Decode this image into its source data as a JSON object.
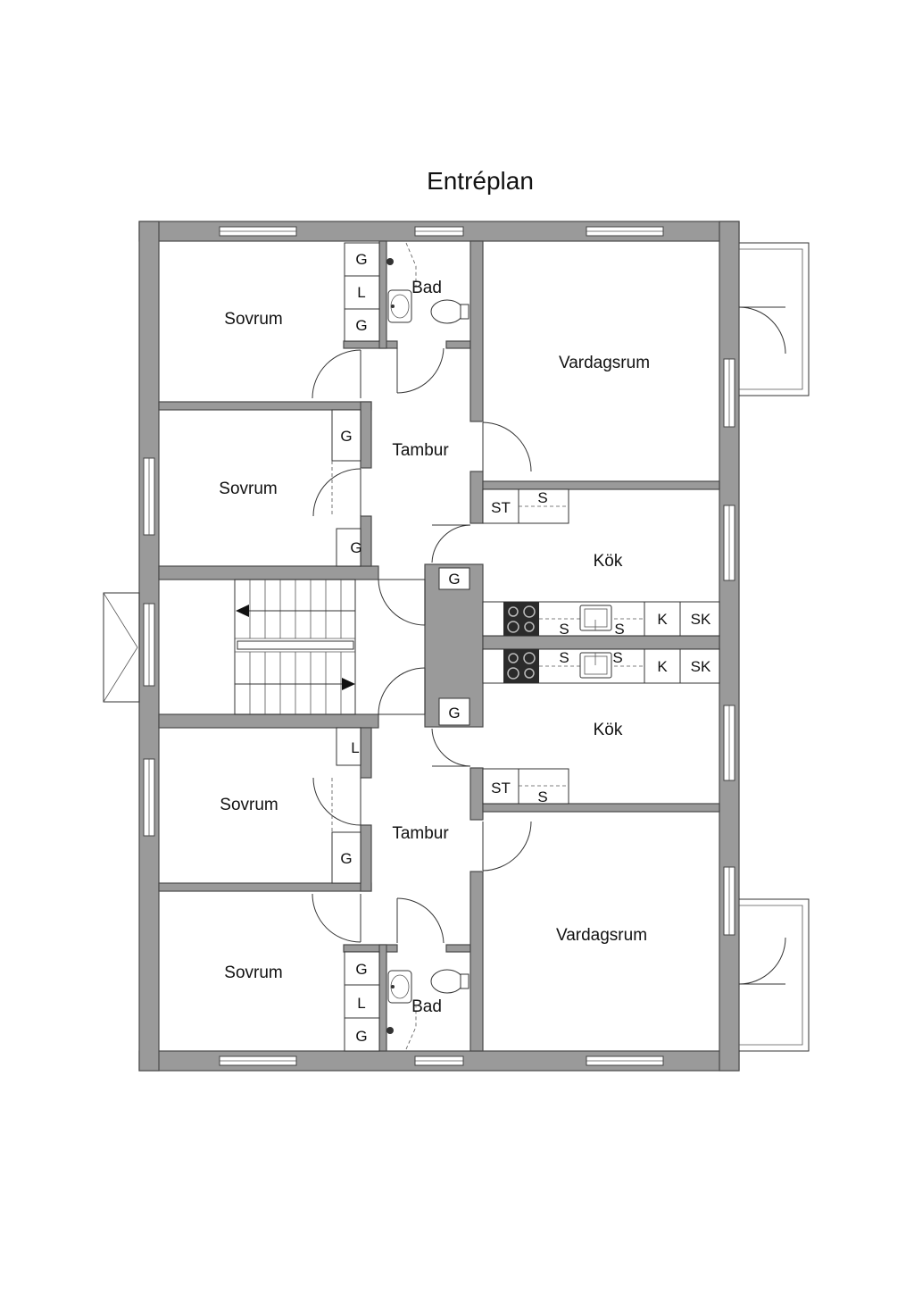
{
  "title": "Entréplan",
  "rooms": {
    "sovrum_1": "Sovrum",
    "sovrum_2": "Sovrum",
    "sovrum_3": "Sovrum",
    "sovrum_4": "Sovrum",
    "bad_top": "Bad",
    "bad_bottom": "Bad",
    "vardagsrum_top": "Vardagsrum",
    "vardagsrum_bottom": "Vardagsrum",
    "tambur_top": "Tambur",
    "tambur_bottom": "Tambur",
    "kok_top": "Kök",
    "kok_bottom": "Kök"
  },
  "fixtures": {
    "garderob": "G",
    "linneskap": "L",
    "stadskap": "ST",
    "skap": "S",
    "kyl": "K",
    "frys": "SK"
  },
  "colors": {
    "wall": "#9a9a9a",
    "line": "#333333",
    "background": "#ffffff"
  }
}
